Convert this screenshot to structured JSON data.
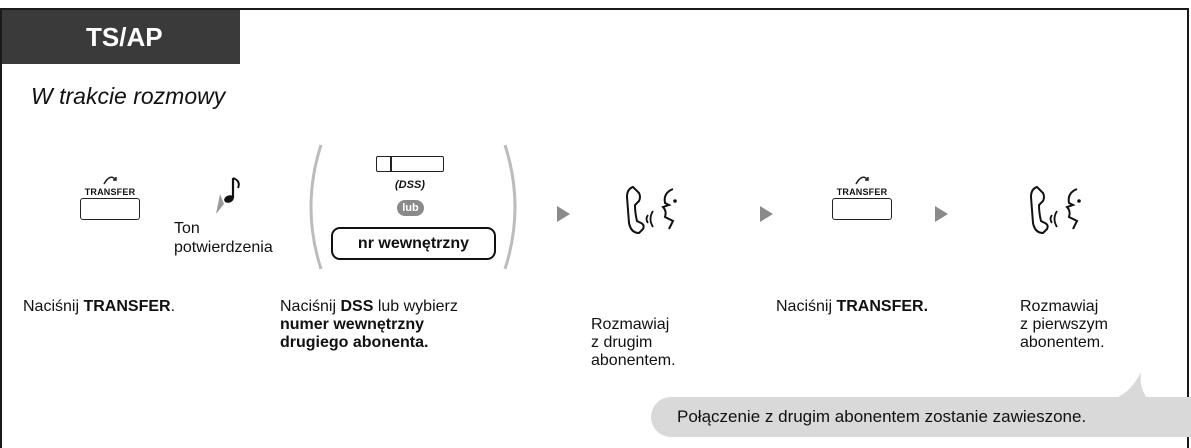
{
  "header": {
    "tab_label": "TS/AP"
  },
  "subtitle": "W trakcie rozmowy",
  "icons": {
    "transfer_key_1": "transfer-key-icon",
    "tone": "music-note-icon",
    "dss_key": "dss-key-icon",
    "handset_1": "handset-talk-icon",
    "transfer_key_2": "transfer-key-icon",
    "handset_2": "handset-talk-icon"
  },
  "keys": {
    "transfer_label_1": "TRANSFER",
    "transfer_label_2": "TRANSFER"
  },
  "tone": {
    "line1": "Ton",
    "line2": "potwierdzenia"
  },
  "dss": {
    "label": "(DSS)",
    "lub": "lub",
    "extension_box": "nr wewnętrzny"
  },
  "steps": [
    {
      "prefix": "Naciśnij ",
      "bold": "TRANSFER",
      "suffix": "."
    },
    {
      "prefix": "Naciśnij ",
      "bold": "DSS",
      "suffix": " lub wybierz",
      "line2": "numer wewnętrzny",
      "line3": "drugiego abonenta."
    },
    {
      "line1": "Rozmawiaj",
      "line2": "z drugim",
      "line3": "abonentem."
    },
    {
      "prefix": "Naciśnij ",
      "bold": "TRANSFER."
    },
    {
      "line1": "Rozmawiaj",
      "line2": "z pierwszym",
      "line3": "abonentem."
    }
  ],
  "callout": "Połączenie z drugim abonentem zostanie zawieszone.",
  "colors": {
    "tab_bg": "#3a3a3a",
    "arrow": "#8a8a8a",
    "callout_bg": "#d9d9d9"
  }
}
